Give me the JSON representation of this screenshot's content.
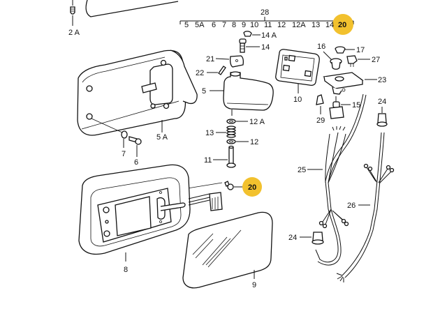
{
  "diagram": {
    "highlight_color": "#f2c12e",
    "highlighted_part": "20",
    "group_bracket": {
      "label": "28",
      "items": [
        "5",
        "5A",
        "6",
        "7",
        "8",
        "9",
        "10",
        "11",
        "12",
        "12A",
        "13",
        "14",
        "20"
      ]
    },
    "callouts": {
      "p2A": "2 A",
      "p5A": "5 A",
      "p5": "5",
      "p6": "6",
      "p7": "7",
      "p8": "8",
      "p9": "9",
      "p10": "10",
      "p11": "11",
      "p12": "12",
      "p12A": "12 A",
      "p13": "13",
      "p14": "14",
      "p14A": "14 A",
      "p15": "15",
      "p16": "16",
      "p17": "17",
      "p20": "20",
      "p21": "21",
      "p22": "22",
      "p23": "23",
      "p24a": "24",
      "p24b": "24",
      "p25": "25",
      "p26": "26",
      "p27": "27",
      "p29": "29"
    }
  }
}
